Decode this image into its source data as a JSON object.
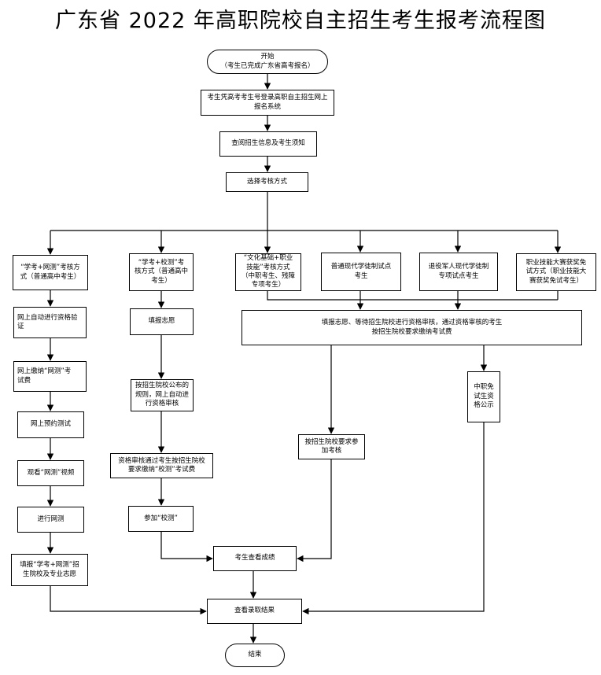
{
  "title": "广东省 2022 年高职院校自主招生考生报考流程图",
  "nodes": {
    "start": "开始\n（考生已完成广东省高考报名）",
    "login": "考生凭高考考生号登录高职自主招生网上\n报名系统",
    "info": "查阅招生信息及考生须知",
    "choose": "选择考核方式",
    "opt1": "“学考+网测”考核方\n式（普通高中考生）",
    "opt2": "“学考+校测”考\n核方式（普通高中\n考生）",
    "opt3": "“文化基础+职业\n技能”考核方式\n（中职考生、残障\n专项考生）",
    "opt4": "普通现代学徒制试点\n考生",
    "opt5": "退役军人现代学徒制\n专项试点考生",
    "opt6": "职业技能大赛获奖免\n试方式（职业技能大\n赛获奖免试考生）",
    "a1": "网上自动进行资格验\n证",
    "a2": "网上缴纳“网测”考\n试费",
    "a3": "网上预约测试",
    "a4": "观看“网测”视频",
    "a5": "进行网测",
    "a6": "填报“学考+网测”招\n生院校及专业志愿",
    "b1": "填报志愿",
    "b2": "按招生院校公布的\n规则，网上自动进\n行资格审核",
    "b3": "资格审核通过考生按招生院校\n要求缴纳“校测”考试费",
    "b4": "参加“校测”",
    "c1": "填报志愿、等待招生院校进行资格审核，通过资格审核的考生\n按招生院校要求缴纳考试费",
    "c2": "按招生院校要求参\n加考核",
    "c3": "中职免\n试生资\n格公示",
    "score": "考生查看成绩",
    "result": "查看录取结果",
    "end": "结束"
  }
}
